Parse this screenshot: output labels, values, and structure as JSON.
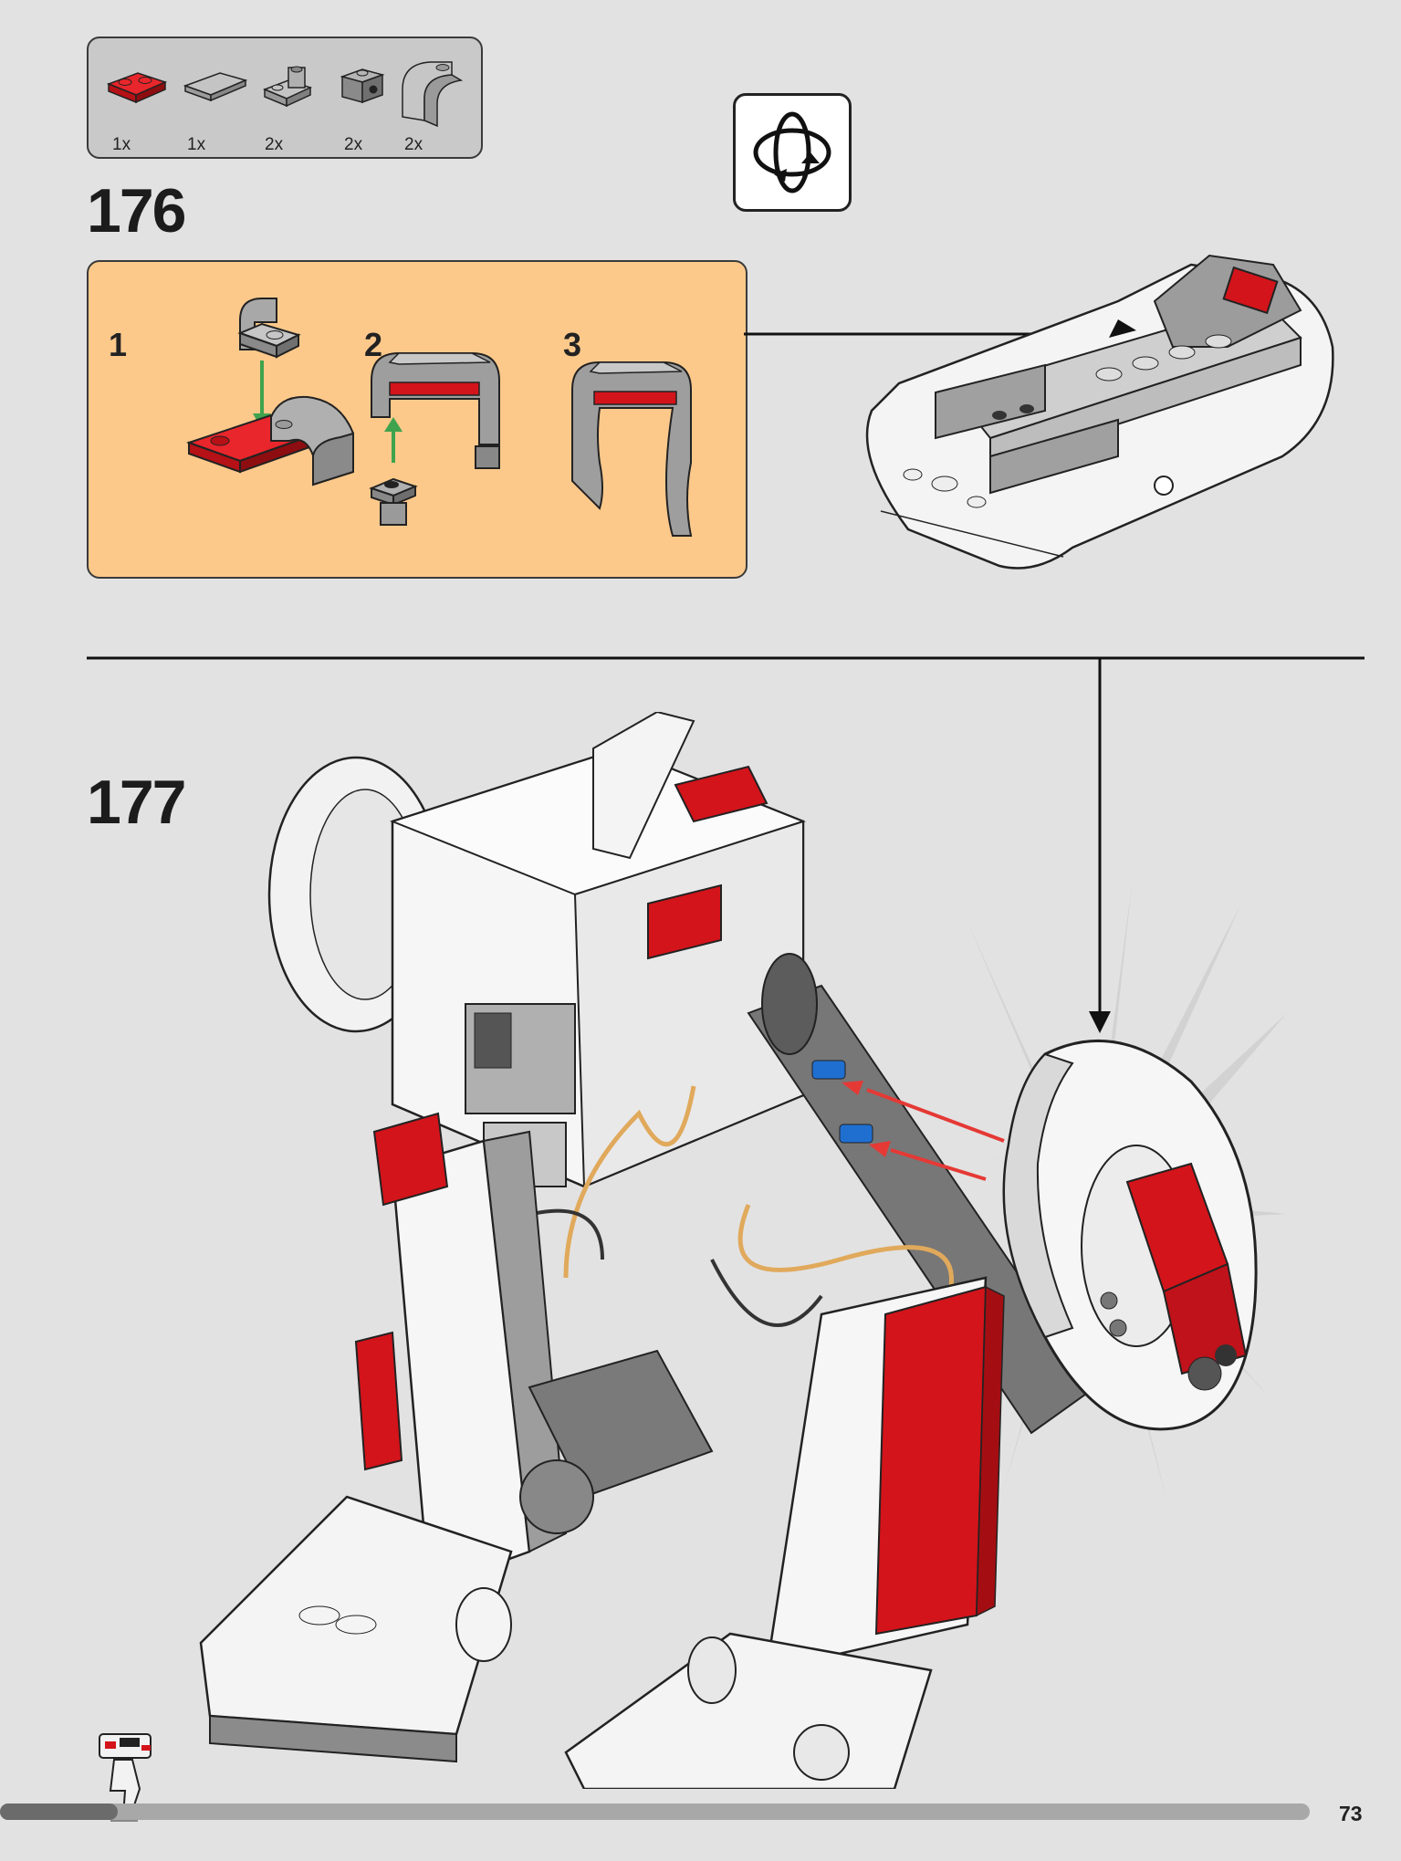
{
  "parts_list": [
    {
      "qty": "1x",
      "color": "#d3141a",
      "icon": "red-plate-1x2-icon"
    },
    {
      "qty": "1x",
      "color": "#b7b7b7",
      "icon": "gray-tile-1x2-icon"
    },
    {
      "qty": "2x",
      "color": "#b7b7b7",
      "icon": "gray-bracket-plate-icon"
    },
    {
      "qty": "2x",
      "color": "#9a9a9a",
      "icon": "gray-pin-hole-brick-icon"
    },
    {
      "qty": "2x",
      "color": "#b7b7b7",
      "icon": "gray-curved-slope-icon"
    }
  ],
  "steps": [
    {
      "number": "176",
      "substeps": [
        "1",
        "2",
        "3"
      ]
    },
    {
      "number": "177"
    }
  ],
  "rotate_model_icon": "rotate-model-icon",
  "page": {
    "number": "73",
    "progress_fraction": 0.09
  },
  "colors": {
    "background": "#e2e2e2",
    "subassembly_bg": "#fcc98b",
    "lego_red": "#d3141a",
    "arrow_red": "#e53935",
    "arrow_green": "#3fa34d",
    "lego_gray": "#a0a0a0"
  }
}
